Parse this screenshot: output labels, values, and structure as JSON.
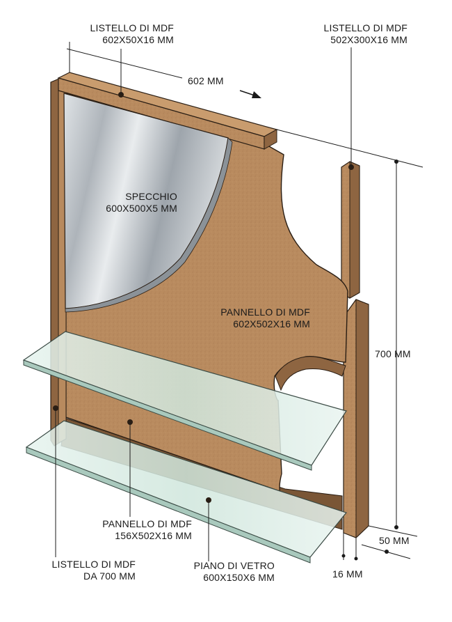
{
  "labels": {
    "top_batten": {
      "name": "LISTELLO DI MDF",
      "size": "602X50X16 MM"
    },
    "side_batten": {
      "name": "LISTELLO DI MDF",
      "size": "502X300X16 MM"
    },
    "width_dim": "602 MM",
    "mirror": {
      "name": "SPECCHIO",
      "size": "600X500X5 MM"
    },
    "main_panel": {
      "name": "PANNELLO DI MDF",
      "size": "602X502X16 MM"
    },
    "height_dim": "700 MM",
    "lower_panel": {
      "name": "PANNELLO DI MDF",
      "size": "156X502X16 MM"
    },
    "depth_dim": "50 MM",
    "thickness_dim": "16 MM",
    "post": {
      "name": "LISTELLO DI MDF",
      "size": "DA 700 MM"
    },
    "glass_shelf": {
      "name": "PIANO DI VETRO",
      "size": "600X150X6 MM"
    }
  },
  "colors": {
    "mdf": "#b88a5e",
    "mdf_dark": "#8e6541",
    "mdf_light": "#c99c6e",
    "glass": "#d7ece4",
    "mirror": "#c9ced3",
    "outline": "#2a1e14"
  }
}
